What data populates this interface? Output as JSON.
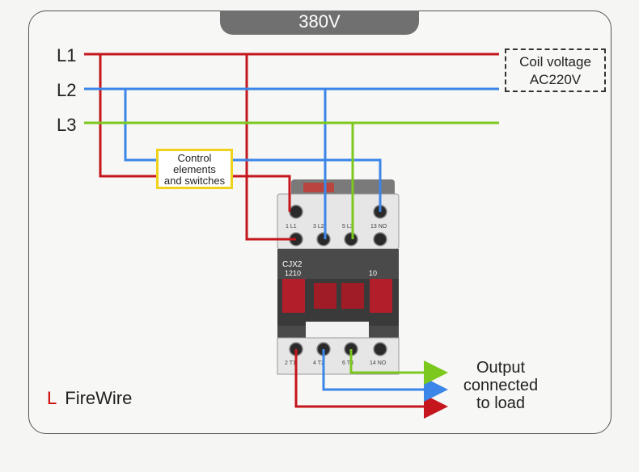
{
  "header": {
    "voltage": "380V"
  },
  "lines": {
    "l1": "L1",
    "l2": "L2",
    "l3": "L3"
  },
  "coil": {
    "line1": "Coil voltage",
    "line2": "AC220V"
  },
  "control": {
    "line1": "Control",
    "line2": "elements",
    "line3": "and switches"
  },
  "contactor": {
    "model": "CJX2",
    "rating": "1210",
    "aux": "10",
    "top_terminals": [
      "1 L1",
      "3 L2",
      "5 L3",
      "13 NO"
    ],
    "bottom_terminals": [
      "2 T1",
      "4 T2",
      "6 T3",
      "14 NO"
    ]
  },
  "output": {
    "line1": "Output",
    "line2": "connected",
    "line3": "to load"
  },
  "legend": {
    "symbol": "L",
    "text": "FireWire"
  },
  "colors": {
    "l1": "#c4161c",
    "l2": "#3b86e8",
    "l3": "#7cc81e",
    "box": "#f1d21a"
  }
}
